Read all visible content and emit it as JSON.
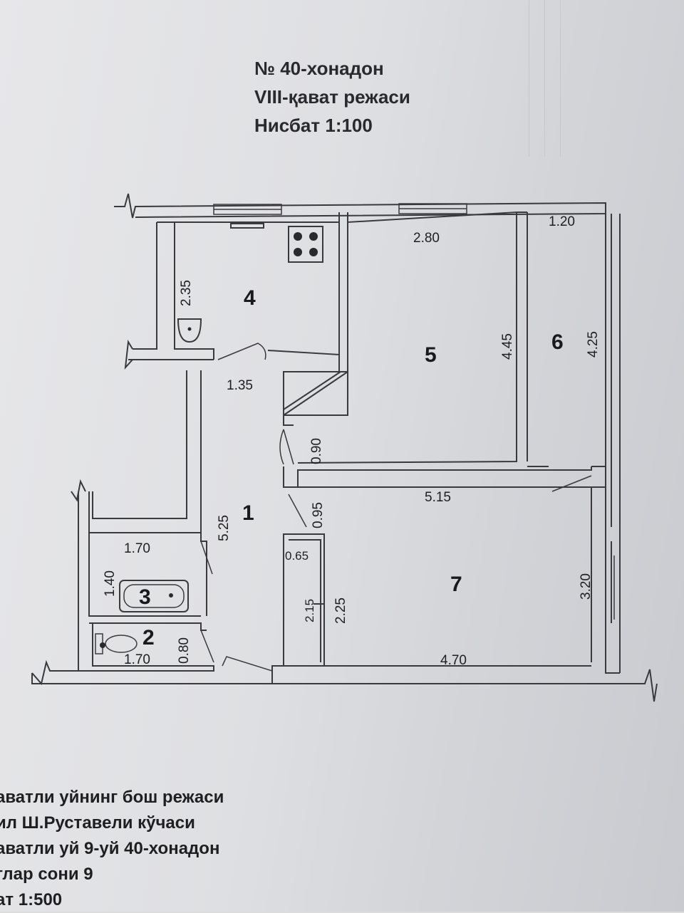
{
  "header": {
    "line1": "№ 40-хонадон",
    "line2": "VIII-қават режаси",
    "line3": "Нисбат 1:100"
  },
  "rooms": {
    "r1": "1",
    "r2": "2",
    "r3": "3",
    "r4": "4",
    "r5": "5",
    "r6": "6",
    "r7": "7"
  },
  "dims": {
    "d_2_80": "2.80",
    "d_1_20": "1.20",
    "d_2_35": "2.35",
    "d_4_45": "4.45",
    "d_4_25": "4.25",
    "d_1_35": "1.35",
    "d_0_90": "0.90",
    "d_5_15": "5.15",
    "d_0_95": "0.95",
    "d_5_25": "5.25",
    "d_1_70_top": "1.70",
    "d_1_40": "1.40",
    "d_0_65": "0.65",
    "d_2_15": "2.15",
    "d_2_25": "2.25",
    "d_3_20": "3.20",
    "d_0_80": "0.80",
    "d_1_70_bottom": "1.70",
    "d_4_70": "4.70"
  },
  "footer": {
    "line1": "аватли уйнинг бош режаси",
    "line2": "ил  Ш.Руставели кўчаси",
    "line3": "аватли уй  9-уй 40-хонадон",
    "line4": "глар сони  9",
    "line5": "ат      1:500"
  }
}
